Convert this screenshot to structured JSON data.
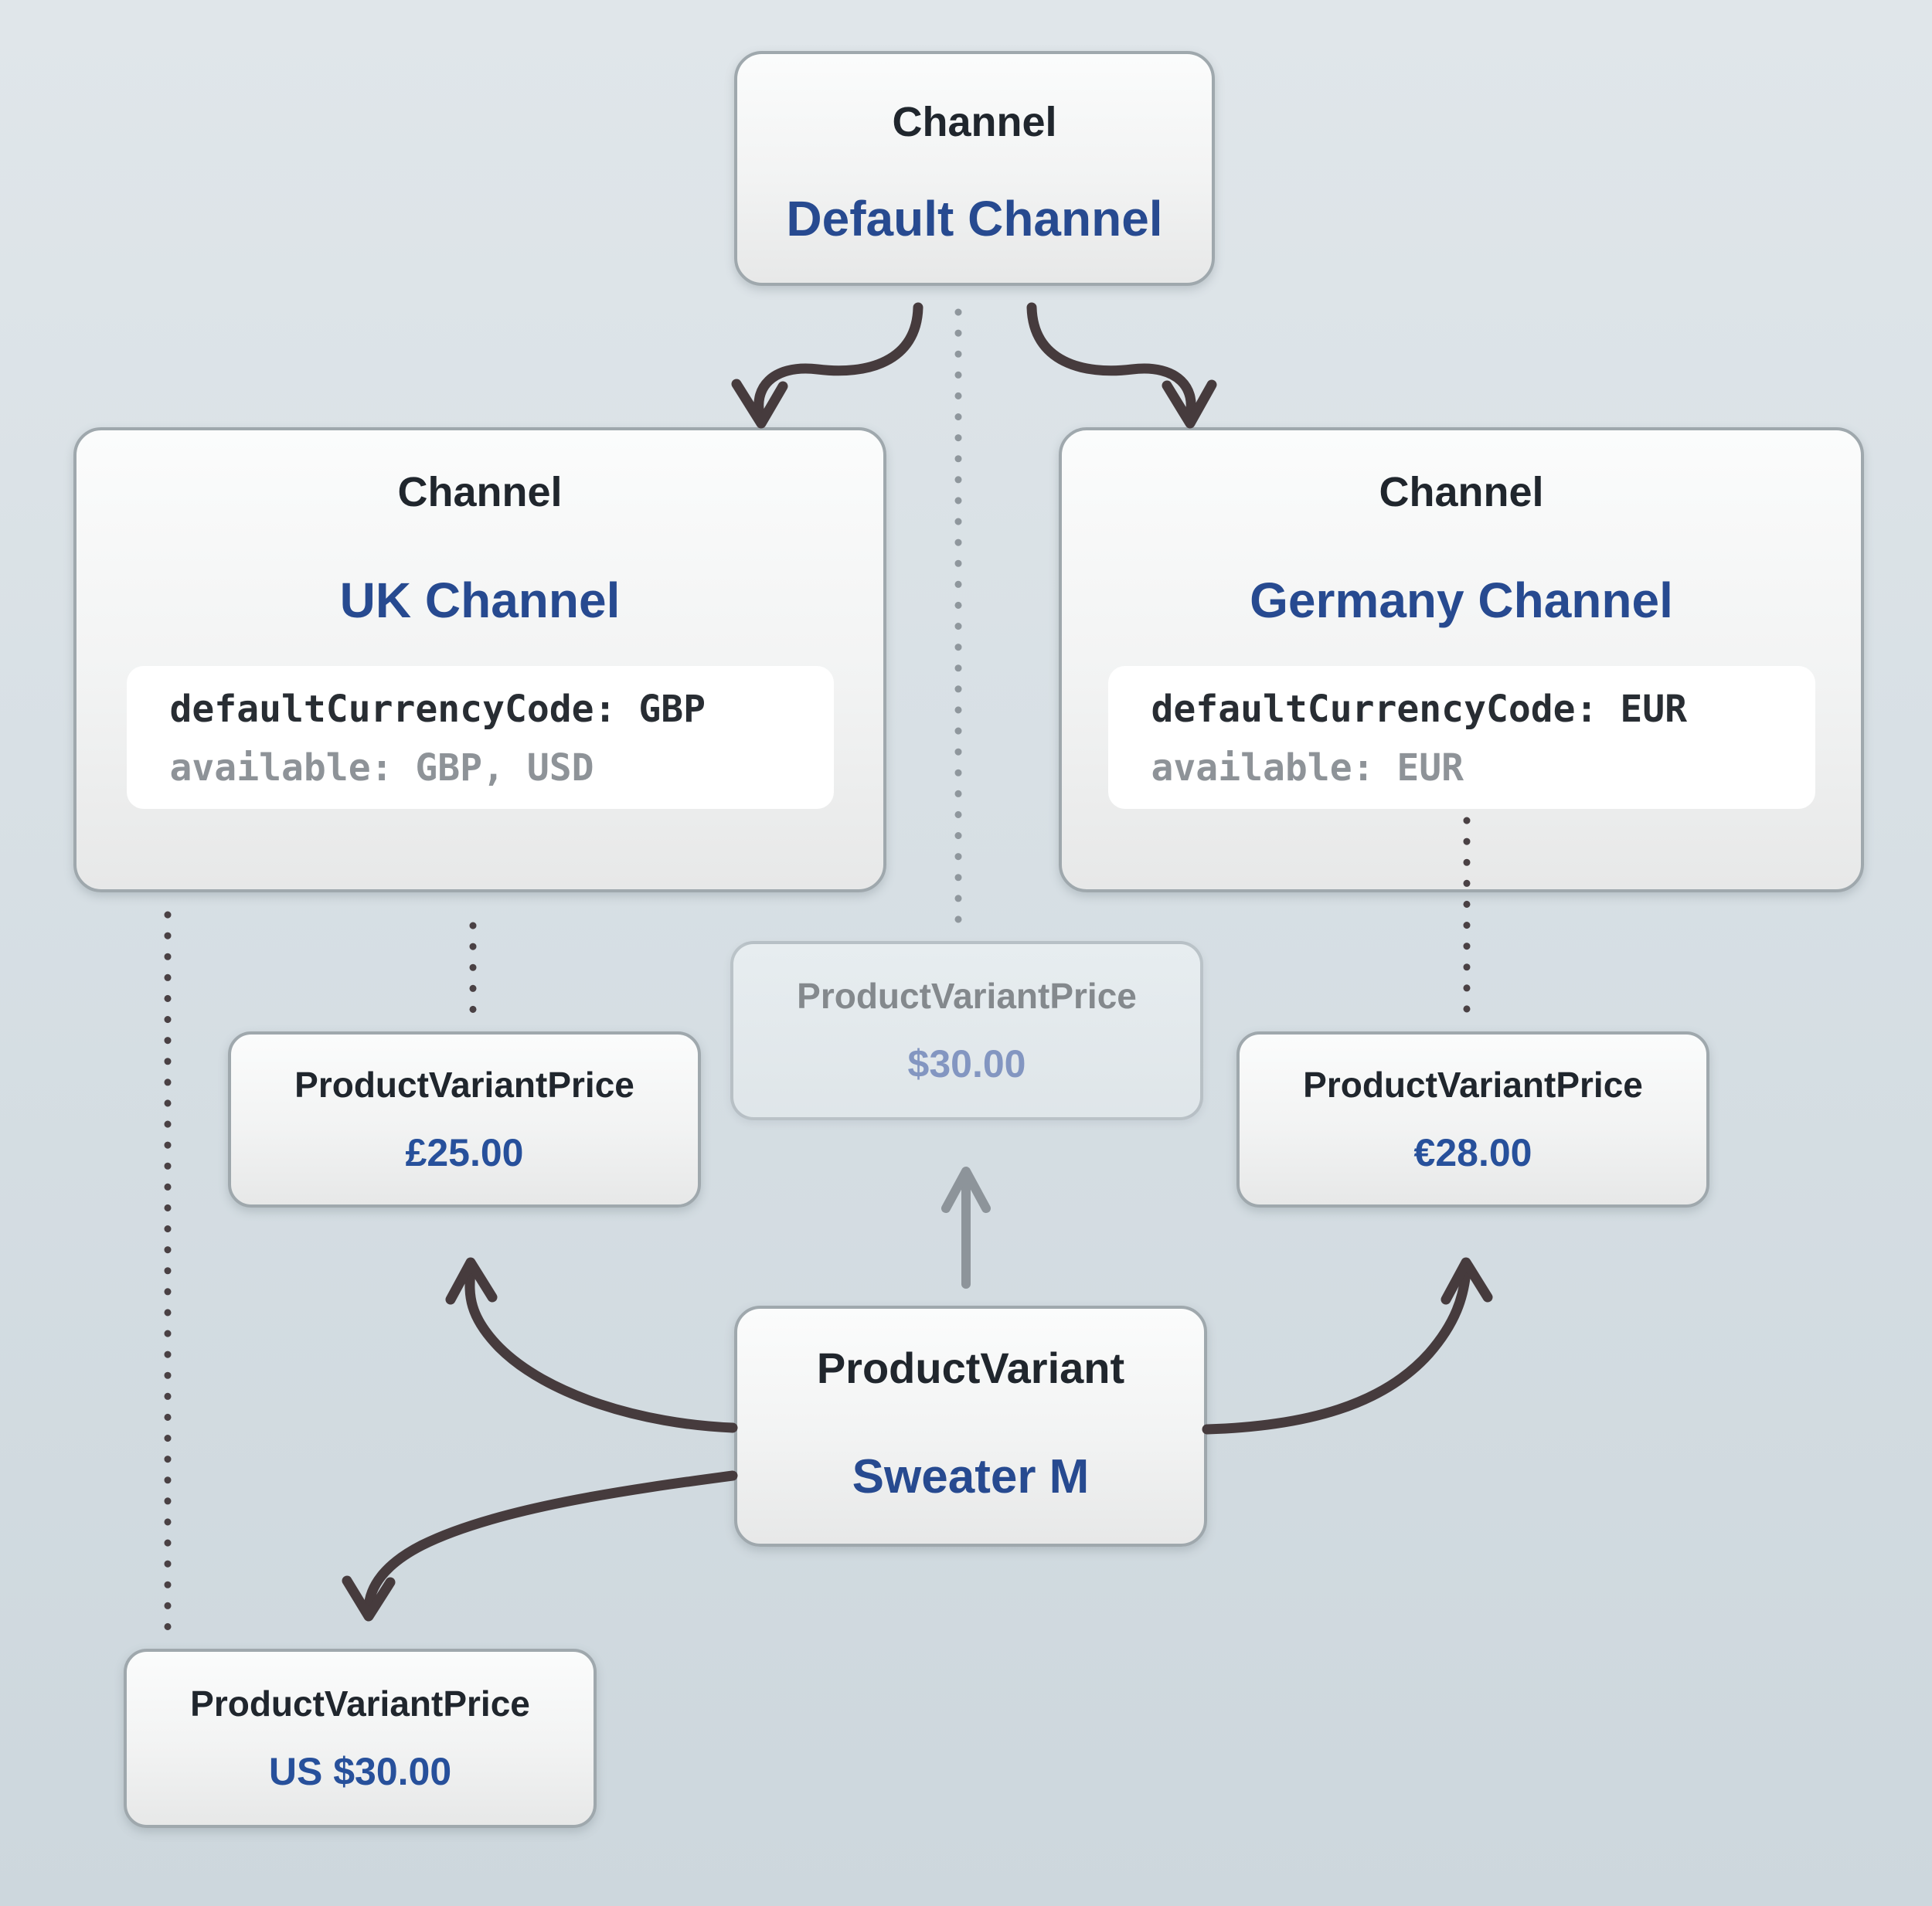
{
  "nodes": {
    "default_channel": {
      "type": "Channel",
      "name": "Default Channel"
    },
    "uk_channel": {
      "type": "Channel",
      "name": "UK Channel",
      "code": [
        "defaultCurrencyCode: GBP",
        "available: GBP, USD"
      ]
    },
    "germany_channel": {
      "type": "Channel",
      "name": "Germany Channel",
      "code": [
        "defaultCurrencyCode: EUR",
        "available: EUR"
      ]
    },
    "default_price": {
      "type": "ProductVariantPrice",
      "value": "$30.00"
    },
    "uk_price": {
      "type": "ProductVariantPrice",
      "value": "£25.00"
    },
    "germany_price": {
      "type": "ProductVariantPrice",
      "value": "€28.00"
    },
    "product_variant": {
      "type": "ProductVariant",
      "name": "Sweater M"
    },
    "us_price": {
      "type": "ProductVariantPrice",
      "value": "US $30.00"
    }
  },
  "colors": {
    "background_top": "#e0e6ea",
    "background_bottom": "#cdd7dd",
    "node_border": "#9fa8ad",
    "heading_dark": "#20262d",
    "accent_blue": "#274a90",
    "price_blue": "#27509b",
    "code_primary": "#282d33",
    "code_secondary": "#8e9398",
    "ghost_heading": "#84898d",
    "ghost_value": "#8396c1",
    "arrow_dark": "#463b3d",
    "arrow_gray": "#8d949a",
    "dots_gray": "#8f979d",
    "dots_dark": "#4a4144"
  }
}
